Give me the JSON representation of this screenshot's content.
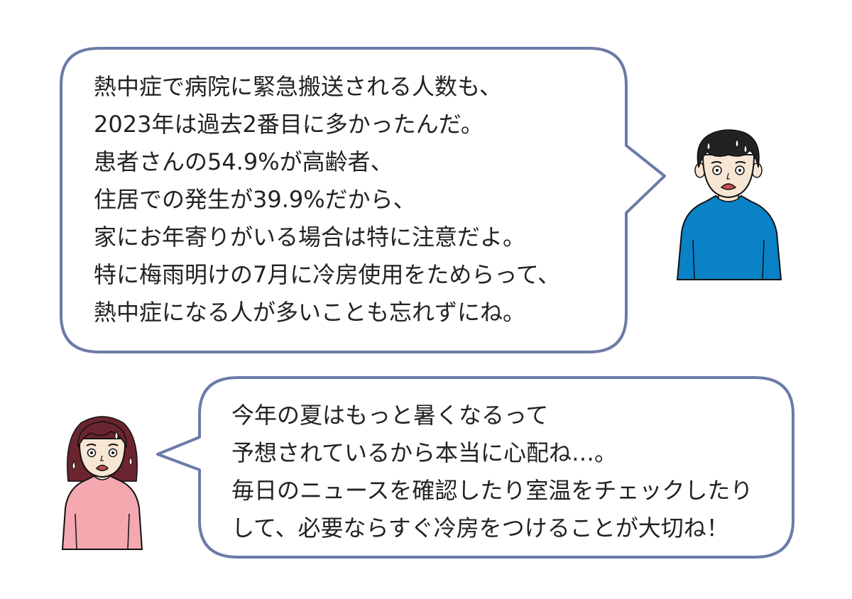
{
  "colors": {
    "bubble_border": "#6b7ba8",
    "man_shirt": "#0a82c8",
    "woman_shirt": "#f4a8b0",
    "hair_man": "#222222",
    "hair_woman": "#6b2530",
    "skin": "#f7e6d3"
  },
  "icons": {
    "man": "worried-man-icon",
    "woman": "worried-woman-icon"
  },
  "speech": {
    "man": {
      "lines": [
        "熱中症で病院に緊急搬送される人数も、",
        "2023年は過去2番目に多かったんだ。",
        "患者さんの54.9%が高齢者、",
        "住居での発生が39.9%だから、",
        "家にお年寄りがいる場合は特に注意だよ。",
        "特に梅雨明けの7月に冷房使用をためらって、",
        "熱中症になる人が多いことも忘れずにね。"
      ]
    },
    "woman": {
      "lines": [
        "今年の夏はもっと暑くなるって",
        "予想されているから本当に心配ね…。",
        "毎日のニュースを確認したり室温をチェックしたり",
        "して、必要ならすぐ冷房をつけることが大切ね！"
      ]
    }
  }
}
